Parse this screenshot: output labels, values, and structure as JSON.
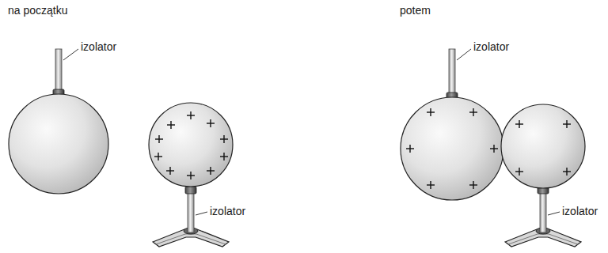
{
  "diagram": {
    "labels": [
      "na początku",
      "izolator",
      "izolator",
      "potem",
      "izolator",
      "izolator"
    ]
  }
}
